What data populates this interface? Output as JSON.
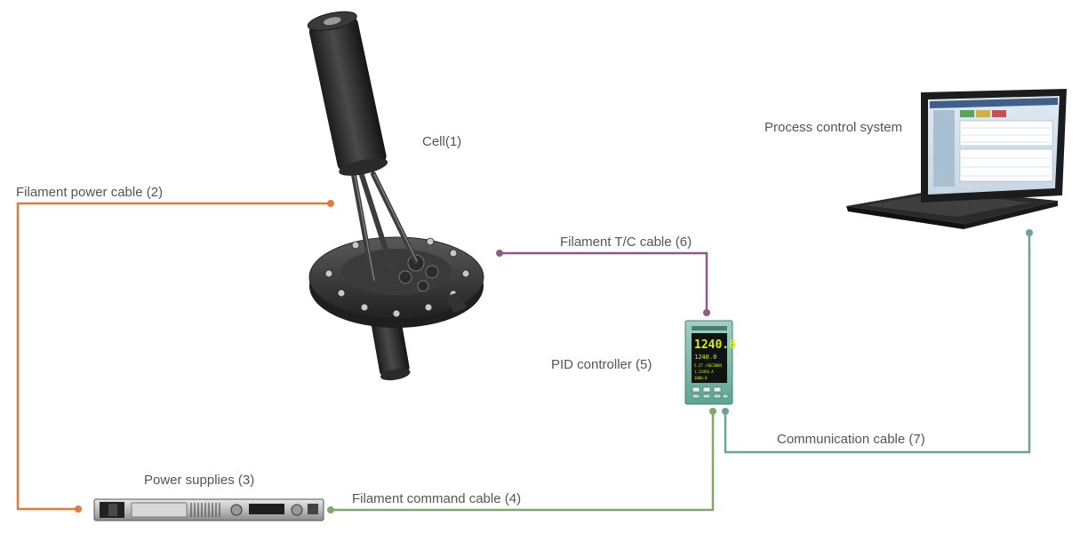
{
  "labels": {
    "cell": "Cell(1)",
    "filament_power_cable": "Filament power cable (2)",
    "power_supplies": "Power supplies (3)",
    "filament_command_cable": "Filament command cable (4)",
    "pid_controller": "PID controller (5)",
    "filament_tc_cable": "Filament T/C cable (6)",
    "communication_cable": "Communication cable (7)",
    "process_control_system": "Process control system"
  },
  "pid_display": {
    "main_value": "1240.6",
    "second_value": "1240.0",
    "line3": "5.27 /SECONDS",
    "line4": "1.23456 A",
    "line5": "1000.0"
  },
  "colors": {
    "power_cable": "#e07b39",
    "tc_cable": "#8e5a87",
    "command_cable": "#7fa86a",
    "comm_cable": "#6aa596",
    "label_text": "#555555"
  },
  "icons": {
    "cell": "effusion-cell-icon",
    "power_supply": "power-supply-unit-icon",
    "pid_controller": "pid-controller-icon",
    "laptop": "laptop-icon"
  }
}
